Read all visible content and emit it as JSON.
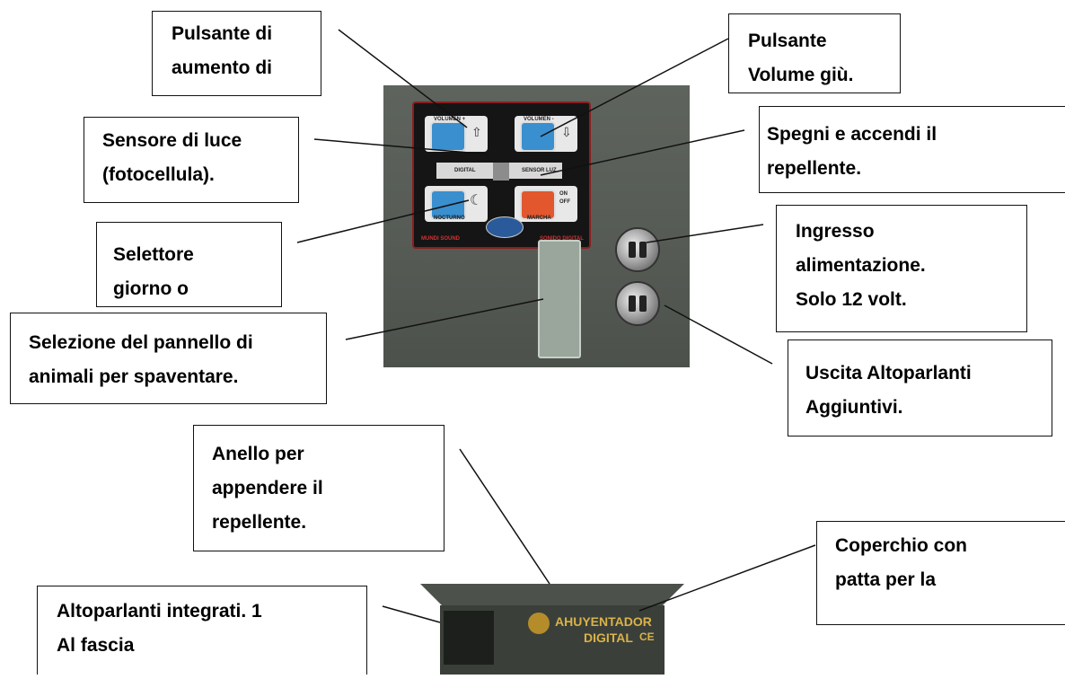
{
  "callouts": {
    "volume_up": "Pulsante di\naumento di",
    "volume_down": "Pulsante\nVolume giù.",
    "light_sensor": "Sensore di luce\n(fotocellula).",
    "on_off": " Spegni e accendi il\nrepellente.",
    "day_night": "Selettore\ngiorno o",
    "power_input": "Ingresso\nalimentazione.\nSolo 12 volt.",
    "animal_panel": "Selezione del pannello di\nanimali per spaventare.",
    "speaker_output": "Uscita Altoparlanti\nAggiuntivi.",
    "hanging_ring": "Anello per\nappendere il\nrepellente.",
    "lid": "Coperchio con\npatta per la",
    "built_in_speakers": "Altoparlanti integrati.    1\nAl fascia"
  },
  "device": {
    "btn_vol_up": "VOLUMEN +",
    "btn_vol_down": "VOLUMEN -",
    "sensor_label_left": "DIGITAL",
    "sensor_label_right": "SENSOR LUZ",
    "btn_night": "NOCTURNO",
    "btn_power_top": "ON",
    "btn_power_mid": "OFF",
    "btn_power": "MARCHA",
    "plate_left": "MUNDI SOUND",
    "plate_right": "SONIDO DIGITAL",
    "brand": "AHUYENTADOR",
    "brand_sub": "DIGITAL",
    "ce_mark": "CE"
  },
  "colors": {
    "panel": "#5a6059",
    "button_blue": "#3a8fcf",
    "button_orange": "#e2572d",
    "plate_border": "#8b1e1e",
    "brand_text": "#d9b24a"
  }
}
